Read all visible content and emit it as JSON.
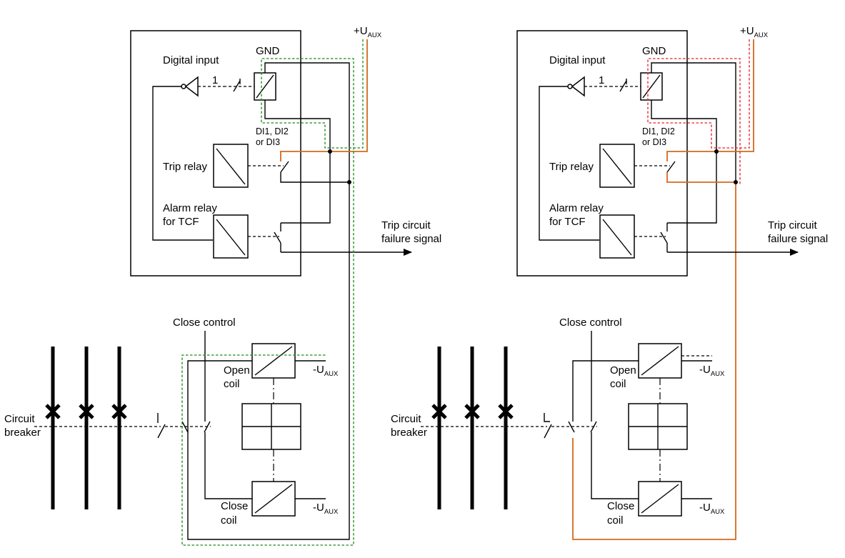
{
  "labels": {
    "u_aux_pos": "+U",
    "u_aux_neg": "-U",
    "aux_sub": "AUX",
    "digital_input": "Digital input",
    "gnd": "GND",
    "one": "1",
    "di_line1": "DI1, DI2",
    "di_line2": "or DI3",
    "trip_relay": "Trip relay",
    "alarm_line1": "Alarm relay",
    "alarm_line2": "for TCF",
    "tcf_line1": "Trip circuit",
    "tcf_line2": "failure signal",
    "close_control": "Close control",
    "open_line1": "Open",
    "open_line2": "coil",
    "close_line1": "Close",
    "close_line2": "coil",
    "cb_line1": "Circuit",
    "cb_line2": "breaker"
  },
  "colors": {
    "wire": "#000000",
    "supply_path": "#d2691e",
    "healthy_monitoring_path": "#1a8a1a",
    "faulty_monitoring_path": "#e8202a"
  }
}
